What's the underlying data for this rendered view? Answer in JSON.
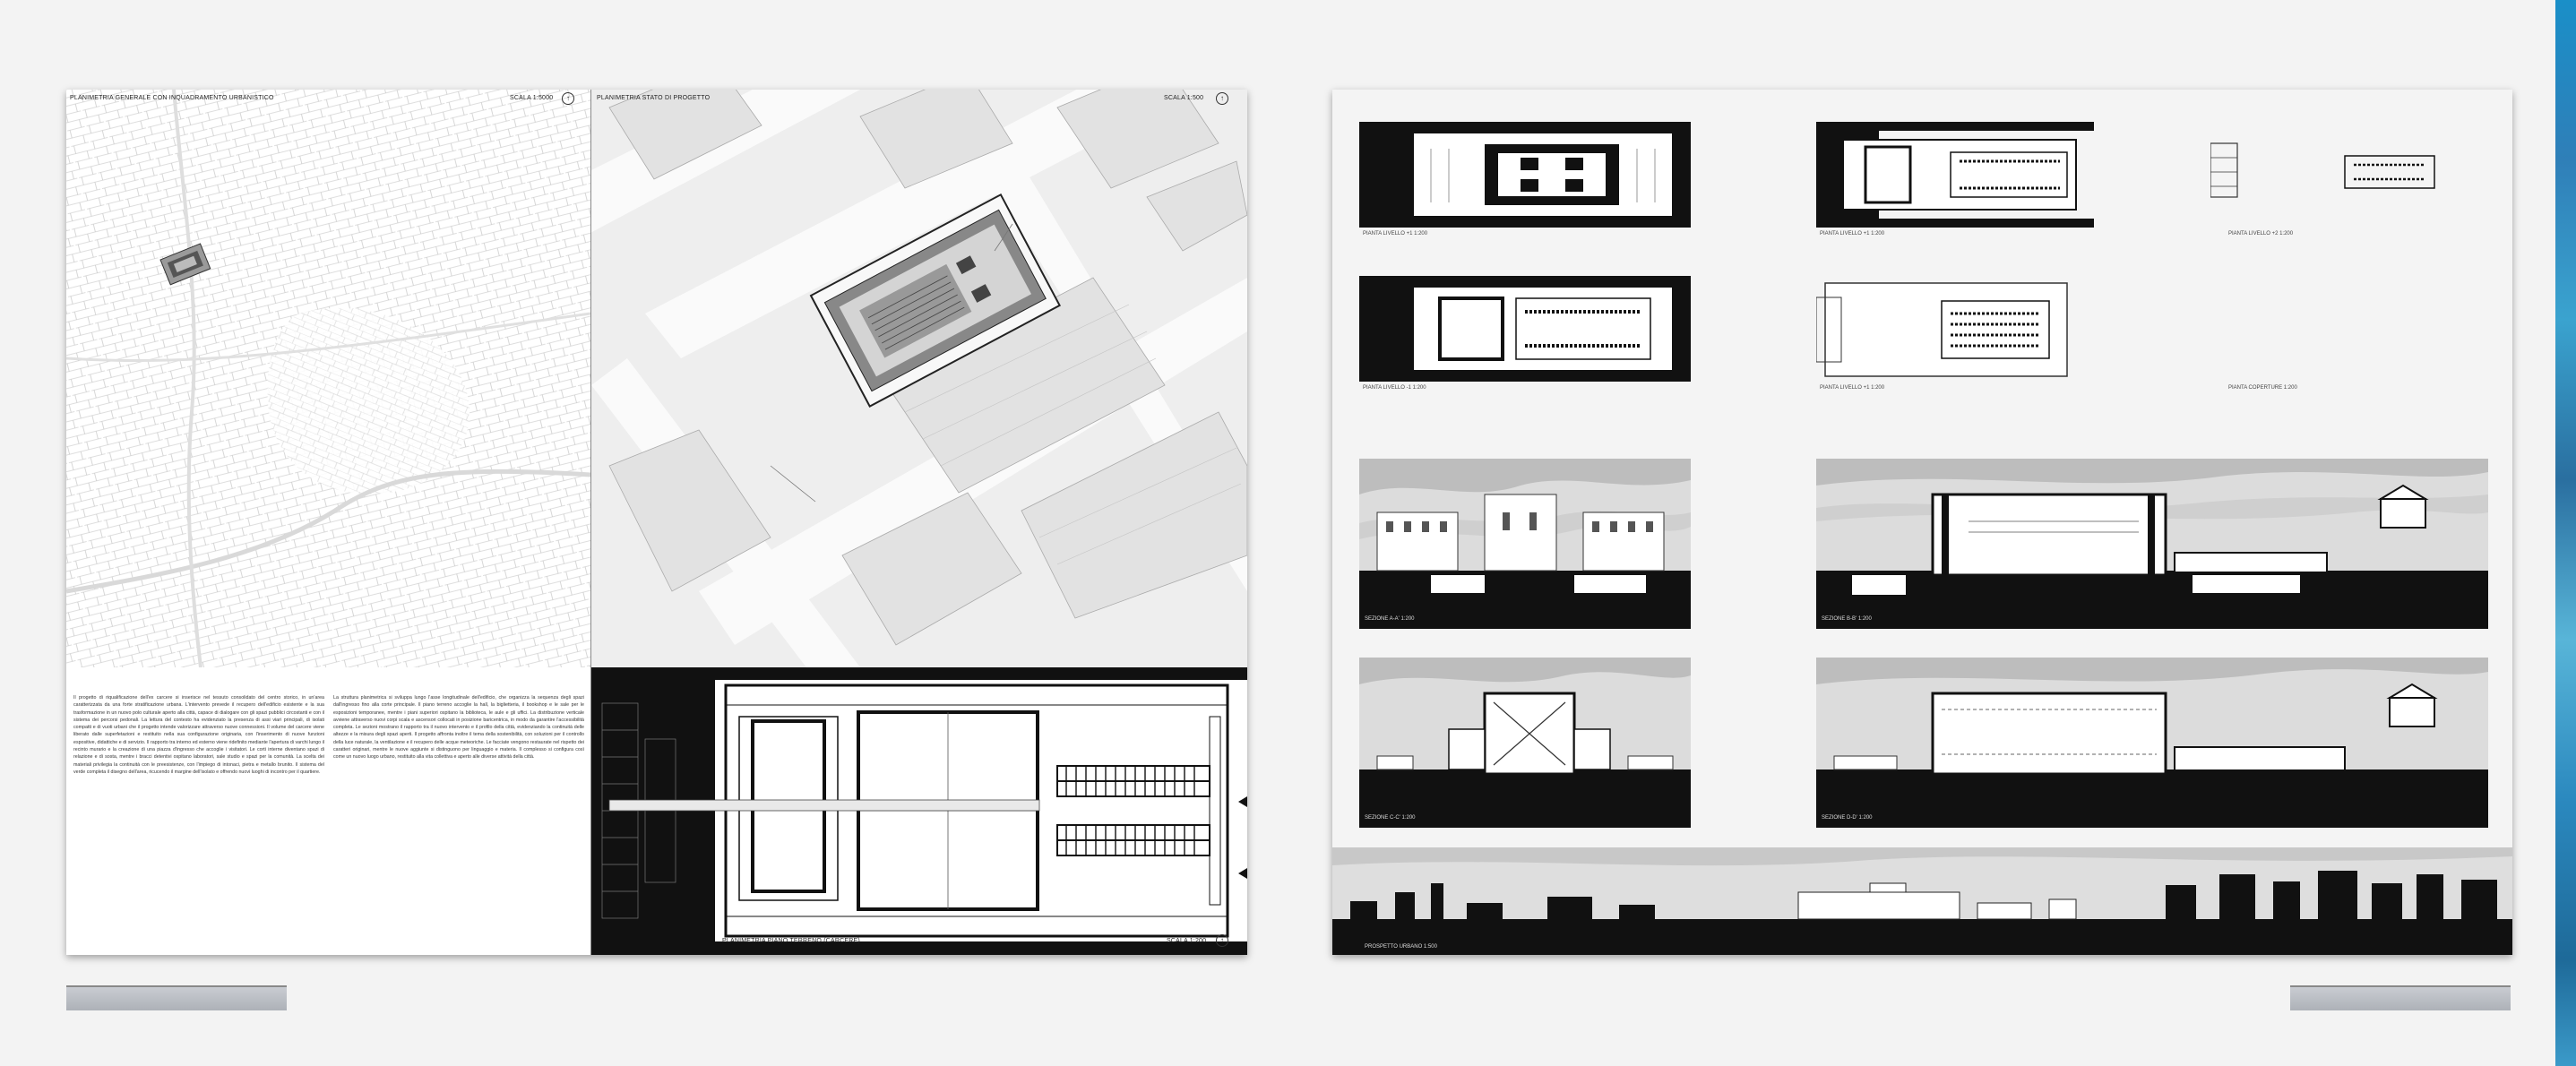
{
  "left_board": {
    "map_title": "PLANIMETRIA GENERALE CON INQUADRAMENTO URBANISTICO",
    "map_scale": "SCALA 1:5000",
    "site_title": "PLANIMETRIA STATO DI PROGETTO",
    "site_scale": "SCALA 1:500",
    "plan_caption": "PLANIMETRIA PIANO TERRENO (CARCERE)",
    "plan_scale": "SCALA 1:200",
    "text_col1": "Il progetto di riqualificazione dell'ex carcere si inserisce nel tessuto consolidato del centro storico, in un'area caratterizzata da una forte stratificazione urbana. L'intervento prevede il recupero dell'edificio esistente e la sua trasformazione in un nuovo polo culturale aperto alla città, capace di dialogare con gli spazi pubblici circostanti e con il sistema dei percorsi pedonali. La lettura del contesto ha evidenziato la presenza di assi viari principali, di isolati compatti e di vuoti urbani che il progetto intende valorizzare attraverso nuove connessioni. Il volume del carcere viene liberato dalle superfetazioni e restituito nella sua configurazione originaria, con l'inserimento di nuove funzioni espositive, didattiche e di servizio. Il rapporto tra interno ed esterno viene ridefinito mediante l'apertura di varchi lungo il recinto murario e la creazione di una piazza d'ingresso che accoglie i visitatori. Le corti interne diventano spazi di relazione e di sosta, mentre i bracci detentivi ospitano laboratori, sale studio e spazi per la comunità. La scelta dei materiali privilegia la continuità con le preesistenze, con l'impiego di intonaci, pietra e metallo brunito. Il sistema del verde completa il disegno dell'area, ricucendo il margine dell'isolato e offrendo nuovi luoghi di incontro per il quartiere.",
    "text_col2": "La struttura planimetrica si sviluppa lungo l'asse longitudinale dell'edificio, che organizza la sequenza degli spazi dall'ingresso fino alla corte principale. Il piano terreno accoglie la hall, la biglietteria, il bookshop e le sale per le esposizioni temporanee, mentre i piani superiori ospitano la biblioteca, le aule e gli uffici. La distribuzione verticale avviene attraverso nuovi corpi scala e ascensori collocati in posizione baricentrica, in modo da garantire l'accessibilità completa. Le sezioni mostrano il rapporto tra il nuovo intervento e il profilo della città, evidenziando la continuità delle altezze e la misura degli spazi aperti. Il progetto affronta inoltre il tema della sostenibilità, con soluzioni per il controllo della luce naturale, la ventilazione e il recupero delle acque meteoriche. Le facciate vengono restaurate nel rispetto dei caratteri originari, mentre le nuove aggiunte si distinguono per linguaggio e materia. Il complesso si configura così come un nuovo luogo urbano, restituito alla vita collettiva e aperto alle diverse attività della città."
  },
  "right_board": {
    "plans": [
      "PIANTA LIVELLO +1  1:200",
      "PIANTA LIVELLO +1  1:200",
      "PIANTA LIVELLO +2  1:200",
      "PIANTA LIVELLO -1  1:200",
      "PIANTA LIVELLO +1  1:200",
      "PIANTA COPERTURE  1:200"
    ],
    "sections": [
      "SEZIONE A-A'  1:200",
      "SEZIONE B-B'  1:200",
      "SEZIONE C-C'  1:200",
      "SEZIONE D-D'  1:200"
    ],
    "skyline": "PROSPETTO URBANO  1:500"
  },
  "colors": {
    "accent_strip": "#2a89c0",
    "bar": "#b5b9c0",
    "ink": "#111111"
  }
}
